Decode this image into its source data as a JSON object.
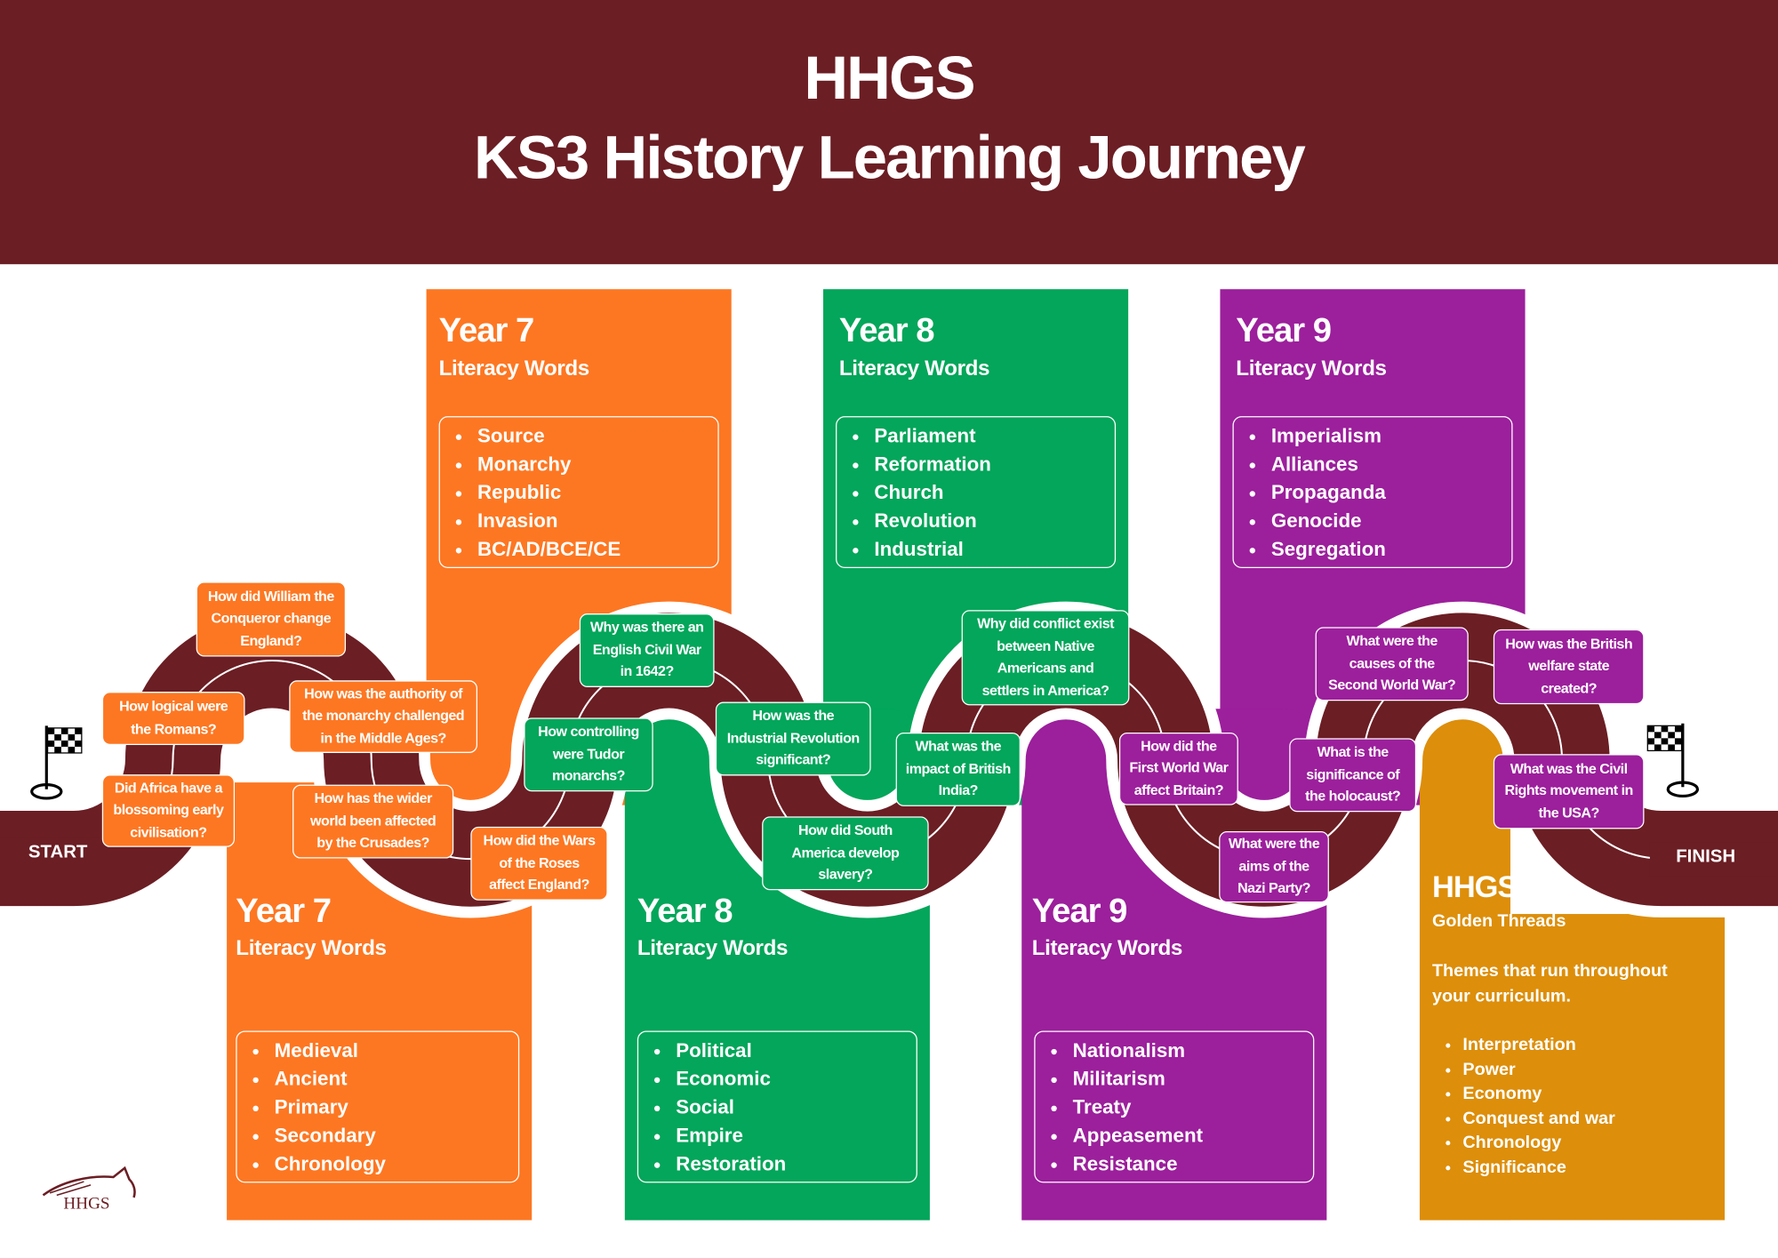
{
  "header": {
    "line1": "HHGS",
    "line2": "KS3 History Learning Journey"
  },
  "colors": {
    "header": "#6b1e24",
    "year7": "#fd7722",
    "year8": "#03a65a",
    "year9": "#9c1f9c",
    "golden": "#dd8e0a"
  },
  "road": {
    "start_label": "START",
    "finish_label": "FINISH",
    "start_icon": "checkered-flag-icon",
    "finish_icon": "checkered-flag-icon"
  },
  "top_panels": [
    {
      "year": "Year 7",
      "subtitle": "Literacy Words",
      "words": [
        "Source",
        "Monarchy",
        "Republic",
        "Invasion",
        "BC/AD/BCE/CE"
      ]
    },
    {
      "year": "Year 8",
      "subtitle": "Literacy Words",
      "words": [
        "Parliament",
        "Reformation",
        "Church",
        "Revolution",
        "Industrial"
      ]
    },
    {
      "year": "Year 9",
      "subtitle": "Literacy Words",
      "words": [
        "Imperialism",
        "Alliances",
        "Propaganda",
        "Genocide",
        "Segregation"
      ]
    }
  ],
  "bottom_panels": [
    {
      "year": "Year 7",
      "subtitle": "Literacy Words",
      "words": [
        "Medieval",
        "Ancient",
        "Primary",
        "Secondary",
        "Chronology"
      ]
    },
    {
      "year": "Year 8",
      "subtitle": "Literacy Words",
      "words": [
        "Political",
        "Economic",
        "Social",
        "Empire",
        "Restoration"
      ]
    },
    {
      "year": "Year 9",
      "subtitle": "Literacy Words",
      "words": [
        "Nationalism",
        "Militarism",
        "Treaty",
        "Appeasement",
        "Resistance"
      ]
    }
  ],
  "golden_threads": {
    "title": "HHGS",
    "subtitle": "Golden Threads",
    "description": "Themes that run throughout\nyour curriculum.",
    "themes": [
      "Interpretation",
      "Power",
      "Economy",
      "Conquest and war",
      "Chronology",
      "Significance"
    ]
  },
  "questions": [
    "How did William the\nConqueror change\nEngland?",
    "How logical were\nthe Romans?",
    "Did Africa have a\nblossoming early\ncivilisation?",
    "How was the authority of\nthe monarchy challenged\nin the Middle Ages?",
    "How has the wider\nworld been affected\nby the Crusades?",
    "How did the Wars\nof the Roses\naffect England?",
    "Why was there an\nEnglish Civil War\nin 1642?",
    "How controlling\nwere Tudor\nmonarchs?",
    "How was the\nIndustrial Revolution\nsignificant?",
    "How did South\nAmerica develop\nslavery?",
    "What was the\nimpact of British\nIndia?",
    "Why did conflict exist\nbetween Native\nAmericans and\nsettlers in America?",
    "How did the\nFirst World War\naffect Britain?",
    "What were the\naims of the\nNazi Party?",
    "What were the\ncauses of the\nSecond World War?",
    "What is the\nsignificance of\nthe holocaust?",
    "How was the British\nwelfare state\ncreated?",
    "What was the Civil\nRights movement in\nthe USA?"
  ],
  "logo": {
    "text": "HHGS"
  }
}
